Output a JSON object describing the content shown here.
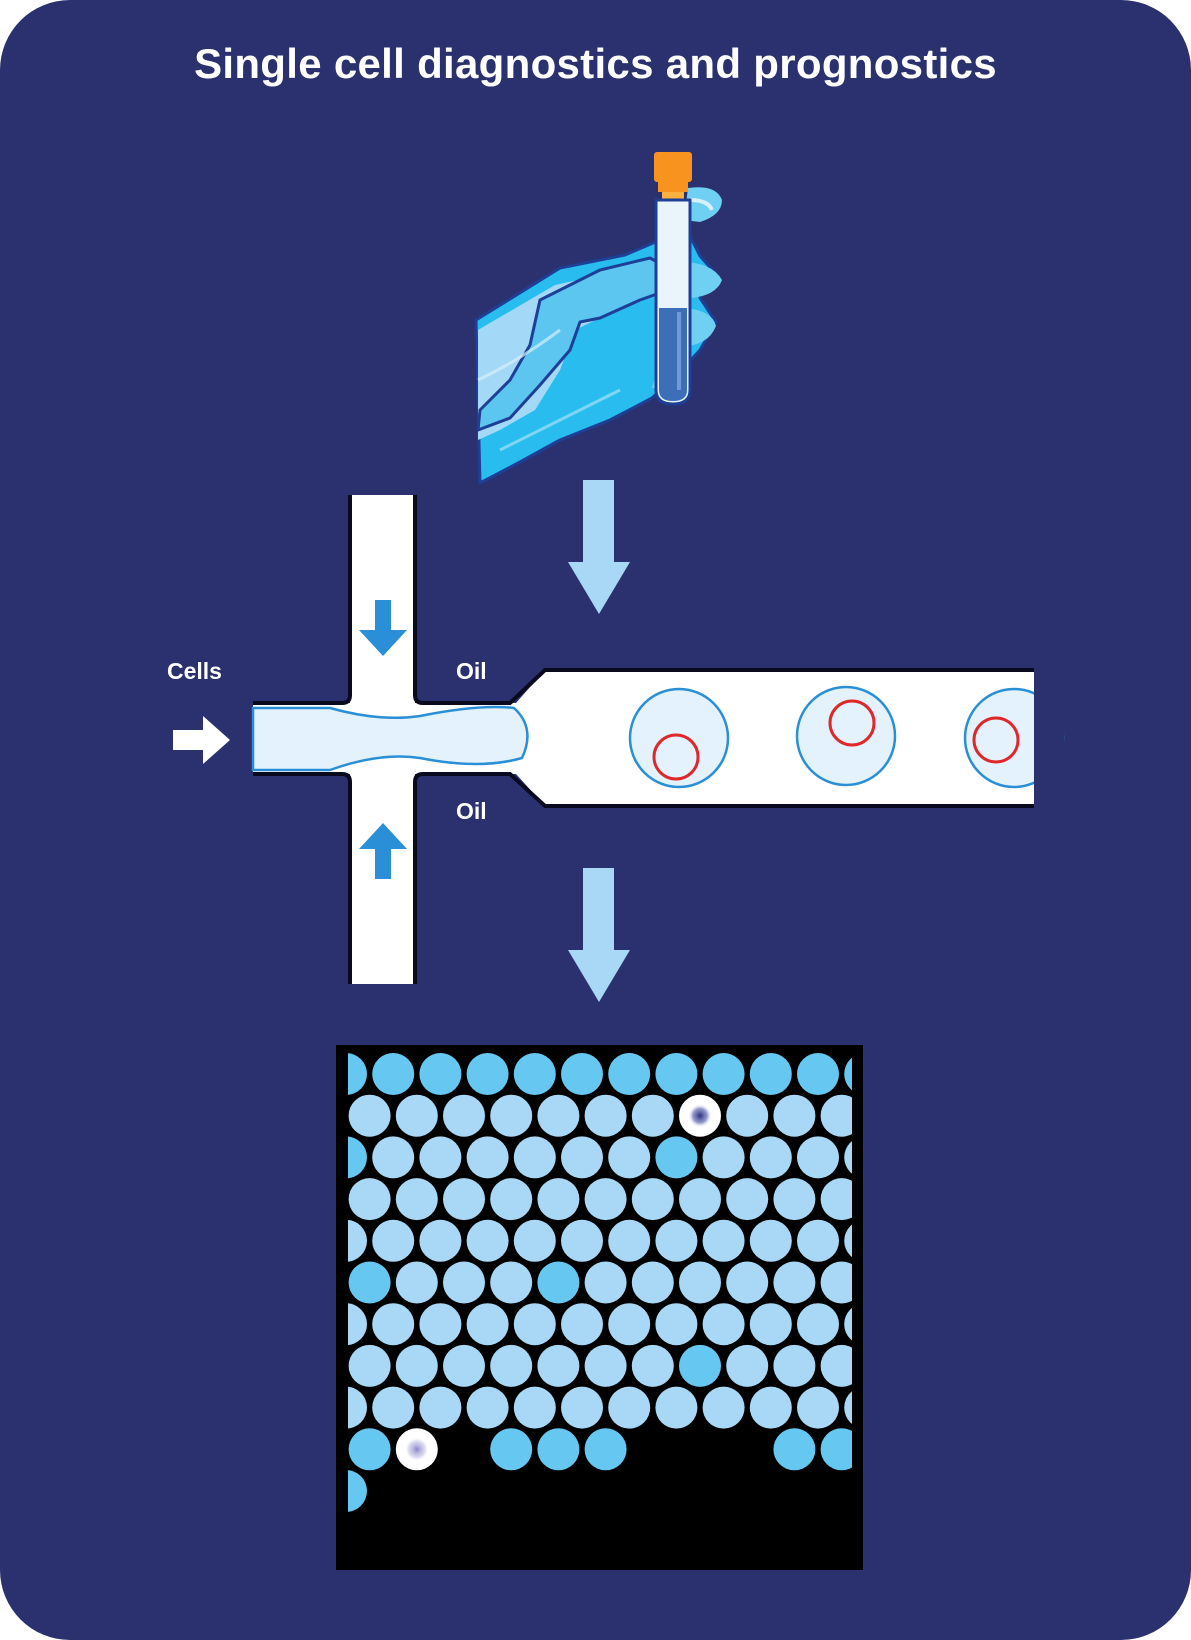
{
  "title": "Single cell diagnostics and prognostics",
  "labels": {
    "cells": "Cells",
    "oil_top": "Oil",
    "oil_bottom": "Oil"
  },
  "icons": [
    "gloved-hand-icon",
    "test-tube-icon",
    "arrow-down-icon",
    "arrow-right-icon",
    "arrow-up-icon"
  ],
  "colors": {
    "background": "#2a316e",
    "droplet_light": "#a8d8f5",
    "droplet_bright": "#66c7f0",
    "cell_outline": "#e0272a",
    "flow_arrow": "#a8d8f5",
    "oil_arrow": "#2a8fd6",
    "tube_cap": "#f7931e",
    "glove": "#29bdef"
  }
}
